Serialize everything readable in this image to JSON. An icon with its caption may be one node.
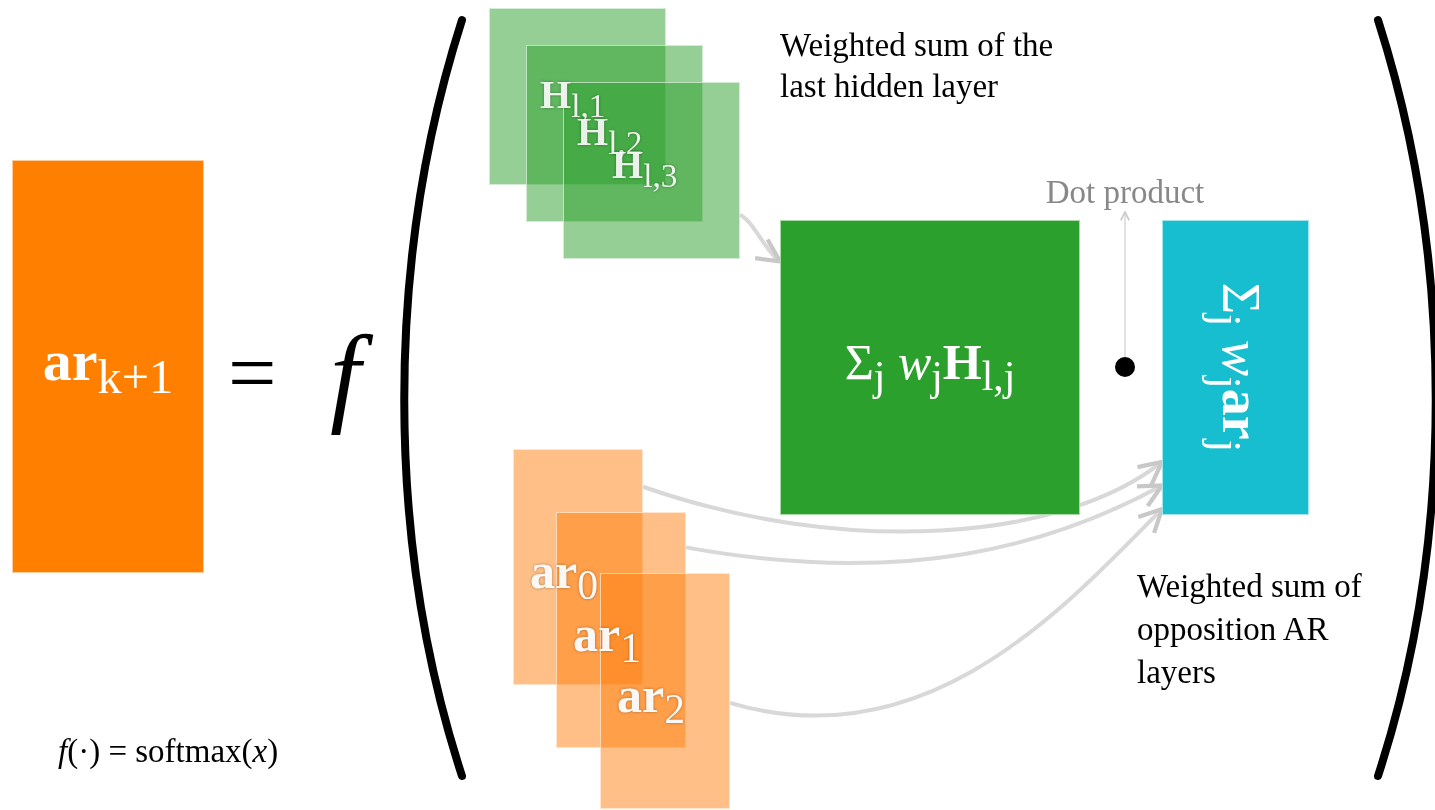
{
  "diagram": {
    "nodes": [
      {
        "text": [
          "**ar**$_{k+1}$"
        ]
      },
      {
        "text": [
          "**H**$_{l,1}$"
        ]
      },
      {
        "text": [
          "**H**$_{l,2}$"
        ]
      },
      {
        "text": [
          "**H**$_{l,3}$"
        ]
      },
      {
        "text": [
          "Σ$_{j}$ *w*$_{j}$**H**$_{l,j}$"
        ]
      },
      {
        "text": [
          "Dot product"
        ]
      },
      {
        "text": [],
        "shape": "circle"
      },
      {
        "text": [
          "Σ$_{j}$ *w*$_{j}$**ar**$_{j}$"
        ]
      },
      {
        "text": [
          "**ar**$_{0}$"
        ]
      },
      {
        "text": [
          "**ar**$_{1}$"
        ]
      },
      {
        "text": [
          "**ar**$_{2}$"
        ]
      }
    ],
    "edges": [
      {
        "from": 3,
        "to": 4,
        "arrow": "to"
      },
      {
        "from": 8,
        "to": 7,
        "arrow": "to"
      },
      {
        "from": 9,
        "to": 7,
        "arrow": "to"
      },
      {
        "from": 10,
        "to": 7,
        "arrow": "to"
      },
      {
        "from": 6,
        "to": 5,
        "arrow": "to"
      }
    ],
    "labels": [
      "=",
      "f",
      "Weighted sum of the last hidden layer",
      "Weighted sum of opposition AR layers",
      "*f*(·) = softmax(*x*)"
    ]
  }
}
